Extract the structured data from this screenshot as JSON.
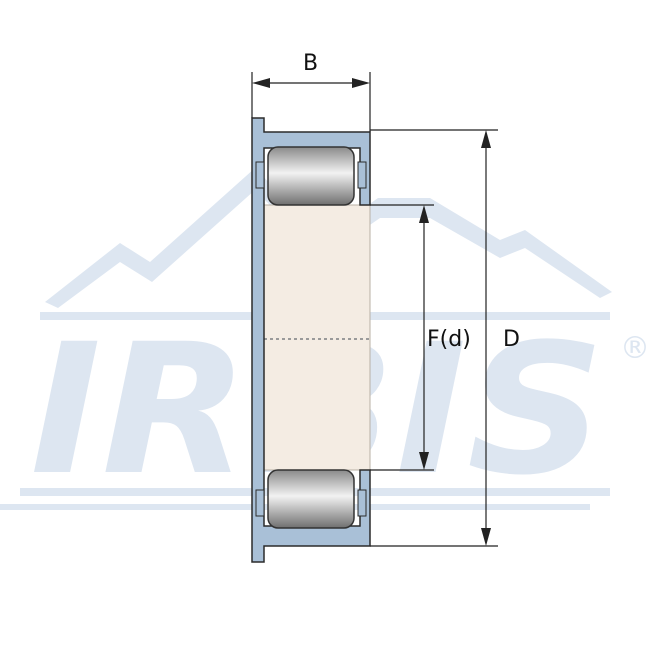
{
  "watermark": {
    "brand": "IRBIS",
    "registered_mark": "®",
    "color": "#dde6f1"
  },
  "dimensions": {
    "width_label": "B",
    "bore_label": "F(d)",
    "outer_label": "D"
  },
  "colors": {
    "outer_ring": "#a9c0d7",
    "outer_ring_stroke": "#2b2b2b",
    "bore_fill": "#f4ece3",
    "dim_line": "#222222",
    "roller_dark": "#7b7b7b",
    "roller_light": "#f2f2f2"
  }
}
